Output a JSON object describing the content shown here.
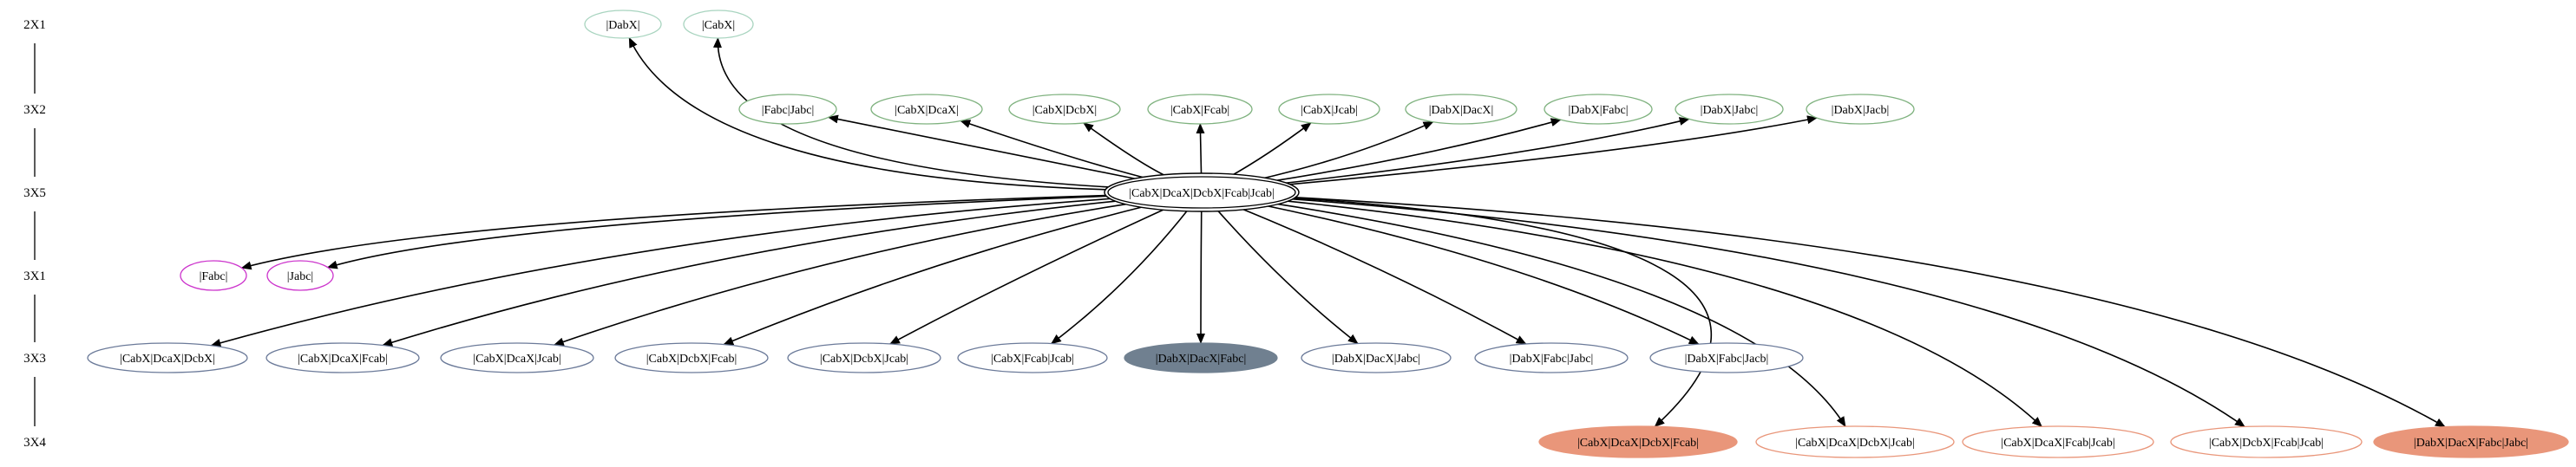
{
  "colors": {
    "green": "#7fb27f",
    "mint": "#a8d4bf",
    "magenta": "#cc33cc",
    "slate_outline": "#6b7a99",
    "slate_fill": "#708090",
    "salmon_fill": "#e9967a",
    "salmon_outline": "#e9967a",
    "edge": "#000000"
  },
  "ranks": [
    {
      "id": "r1",
      "label": "2X1"
    },
    {
      "id": "r2",
      "label": "3X2"
    },
    {
      "id": "r3",
      "label": "3X5"
    },
    {
      "id": "r4",
      "label": "3X1"
    },
    {
      "id": "r5",
      "label": "3X3"
    },
    {
      "id": "r6",
      "label": "3X4"
    }
  ],
  "root": {
    "id": "root",
    "label": "|CabX|DcaX|DcbX|Fcab|Jcab|",
    "rank": "r3",
    "style": "double"
  },
  "nodes": [
    {
      "id": "n_dabx",
      "label": "|DabX|",
      "rank": "r1",
      "style": "mint"
    },
    {
      "id": "n_cabx",
      "label": "|CabX|",
      "rank": "r1",
      "style": "mint"
    },
    {
      "id": "n_fabc_jabc",
      "label": "|Fabc|Jabc|",
      "rank": "r2",
      "style": "green"
    },
    {
      "id": "n_cabx_dcax",
      "label": "|CabX|DcaX|",
      "rank": "r2",
      "style": "green"
    },
    {
      "id": "n_cabx_dcbx",
      "label": "|CabX|DcbX|",
      "rank": "r2",
      "style": "green"
    },
    {
      "id": "n_cabx_fcab",
      "label": "|CabX|Fcab|",
      "rank": "r2",
      "style": "green"
    },
    {
      "id": "n_cabx_jcab",
      "label": "|CabX|Jcab|",
      "rank": "r2",
      "style": "green"
    },
    {
      "id": "n_dabx_dacx",
      "label": "|DabX|DacX|",
      "rank": "r2",
      "style": "green"
    },
    {
      "id": "n_dabx_fabc",
      "label": "|DabX|Fabc|",
      "rank": "r2",
      "style": "green"
    },
    {
      "id": "n_dabx_jabc",
      "label": "|DabX|Jabc|",
      "rank": "r2",
      "style": "green"
    },
    {
      "id": "n_dabx_jacb",
      "label": "|DabX|Jacb|",
      "rank": "r2",
      "style": "green"
    },
    {
      "id": "n_fabc",
      "label": "|Fabc|",
      "rank": "r4",
      "style": "magenta"
    },
    {
      "id": "n_jabc",
      "label": "|Jabc|",
      "rank": "r4",
      "style": "magenta"
    },
    {
      "id": "n_cdd",
      "label": "|CabX|DcaX|DcbX|",
      "rank": "r5",
      "style": "slate"
    },
    {
      "id": "n_cdf",
      "label": "|CabX|DcaX|Fcab|",
      "rank": "r5",
      "style": "slate"
    },
    {
      "id": "n_cdj",
      "label": "|CabX|DcaX|Jcab|",
      "rank": "r5",
      "style": "slate"
    },
    {
      "id": "n_cdbf",
      "label": "|CabX|DcbX|Fcab|",
      "rank": "r5",
      "style": "slate"
    },
    {
      "id": "n_cdbj",
      "label": "|CabX|DcbX|Jcab|",
      "rank": "r5",
      "style": "slate"
    },
    {
      "id": "n_cfj",
      "label": "|CabX|Fcab|Jcab|",
      "rank": "r5",
      "style": "slate"
    },
    {
      "id": "n_ddf",
      "label": "|DabX|DacX|Fabc|",
      "rank": "r5",
      "style": "slate_filled"
    },
    {
      "id": "n_ddj",
      "label": "|DabX|DacX|Jabc|",
      "rank": "r5",
      "style": "slate"
    },
    {
      "id": "n_dfj",
      "label": "|DabX|Fabc|Jabc|",
      "rank": "r5",
      "style": "slate"
    },
    {
      "id": "n_dfja",
      "label": "|DabX|Fabc|Jacb|",
      "rank": "r5",
      "style": "slate"
    },
    {
      "id": "n_cddf",
      "label": "|CabX|DcaX|DcbX|Fcab|",
      "rank": "r6",
      "style": "salmon_filled"
    },
    {
      "id": "n_cddj",
      "label": "|CabX|DcaX|DcbX|Jcab|",
      "rank": "r6",
      "style": "salmon"
    },
    {
      "id": "n_cdfj",
      "label": "|CabX|DcaX|Fcab|Jcab|",
      "rank": "r6",
      "style": "salmon"
    },
    {
      "id": "n_cdbfj",
      "label": "|CabX|DcbX|Fcab|Jcab|",
      "rank": "r6",
      "style": "salmon"
    },
    {
      "id": "n_ddfj",
      "label": "|DabX|DacX|Fabc|Jabc|",
      "rank": "r6",
      "style": "salmon_filled"
    }
  ],
  "edges": [
    {
      "from": "root",
      "to": "n_dabx"
    },
    {
      "from": "root",
      "to": "n_cabx"
    },
    {
      "from": "root",
      "to": "n_fabc_jabc"
    },
    {
      "from": "root",
      "to": "n_cabx_dcax"
    },
    {
      "from": "root",
      "to": "n_cabx_dcbx"
    },
    {
      "from": "root",
      "to": "n_cabx_fcab"
    },
    {
      "from": "root",
      "to": "n_cabx_jcab"
    },
    {
      "from": "root",
      "to": "n_dabx_dacx"
    },
    {
      "from": "root",
      "to": "n_dabx_fabc"
    },
    {
      "from": "root",
      "to": "n_dabx_jabc"
    },
    {
      "from": "root",
      "to": "n_dabx_jacb"
    },
    {
      "from": "root",
      "to": "n_fabc"
    },
    {
      "from": "root",
      "to": "n_jabc"
    },
    {
      "from": "root",
      "to": "n_cdd"
    },
    {
      "from": "root",
      "to": "n_cdf"
    },
    {
      "from": "root",
      "to": "n_cdj"
    },
    {
      "from": "root",
      "to": "n_cdbf"
    },
    {
      "from": "root",
      "to": "n_cdbj"
    },
    {
      "from": "root",
      "to": "n_cfj"
    },
    {
      "from": "root",
      "to": "n_ddf"
    },
    {
      "from": "root",
      "to": "n_ddj"
    },
    {
      "from": "root",
      "to": "n_dfj"
    },
    {
      "from": "root",
      "to": "n_dfja"
    },
    {
      "from": "root",
      "to": "n_cddf"
    },
    {
      "from": "root",
      "to": "n_cddj"
    },
    {
      "from": "root",
      "to": "n_cdfj"
    },
    {
      "from": "root",
      "to": "n_cdbfj"
    },
    {
      "from": "root",
      "to": "n_ddfj"
    }
  ]
}
